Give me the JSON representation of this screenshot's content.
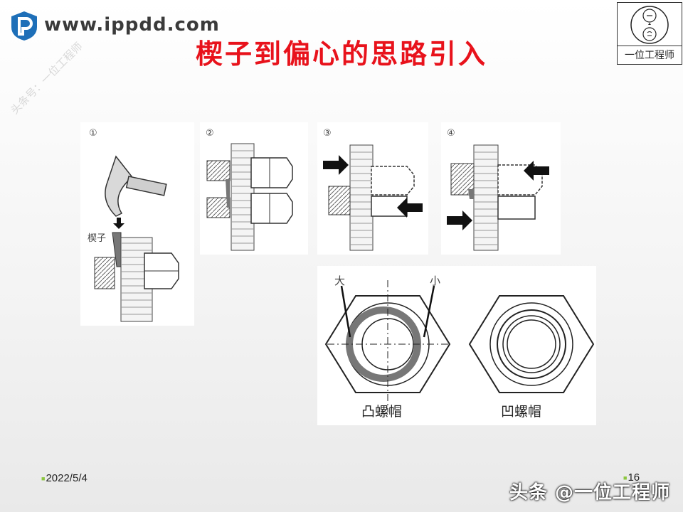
{
  "header": {
    "site": "www.ippdd.com",
    "watermark": "头条号：一位工程师",
    "title": "楔子到偏心的思路引入"
  },
  "seal": {
    "label": "一位工程师"
  },
  "figures": {
    "steps": [
      "①",
      "②",
      "③",
      "④"
    ],
    "wedge_label": "楔子",
    "big_label": "大",
    "small_label": "小",
    "convex_nut": "凸螺帽",
    "concave_nut": "凹螺帽"
  },
  "footer": {
    "date": "2022/5/4",
    "page": "16",
    "corner_watermark": "头条 @一位工程师"
  },
  "colors": {
    "title": "#e8121b",
    "bullet": "#8cc63f"
  }
}
